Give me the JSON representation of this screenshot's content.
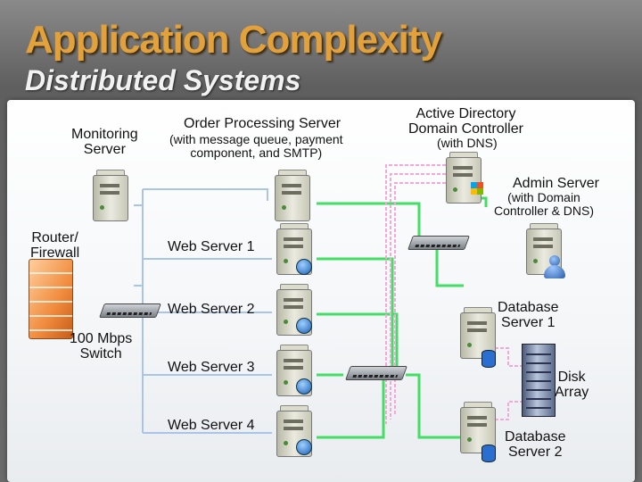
{
  "header": {
    "title": "Application Complexity",
    "subtitle": "Distributed Systems"
  },
  "nodes": {
    "monitoring_server": {
      "label": "Monitoring\nServer"
    },
    "order_processing_server": {
      "label": "Order Processing Server",
      "sublabel": "(with message queue, payment\ncomponent, and SMTP)"
    },
    "active_directory": {
      "label": "Active Directory\nDomain Controller",
      "sublabel": "(with DNS)"
    },
    "admin_server": {
      "label": "Admin Server",
      "sublabel": "(with Domain\nController & DNS)"
    },
    "router_firewall": {
      "label": "Router/\nFirewall"
    },
    "switch_100mbps": {
      "label": "100 Mbps\nSwitch"
    },
    "web_server_1": {
      "label": "Web Server 1"
    },
    "web_server_2": {
      "label": "Web Server 2"
    },
    "web_server_3": {
      "label": "Web Server 3"
    },
    "web_server_4": {
      "label": "Web Server 4"
    },
    "database_server_1": {
      "label": "Database\nServer 1"
    },
    "database_server_2": {
      "label": "Database\nServer 2"
    },
    "disk_array": {
      "label": "Disk\nArray"
    }
  },
  "colors": {
    "title": "#e2a13a",
    "link_green": "#44dd66",
    "link_blue": "#a9c4e8",
    "link_pink": "#f2a8d8"
  }
}
